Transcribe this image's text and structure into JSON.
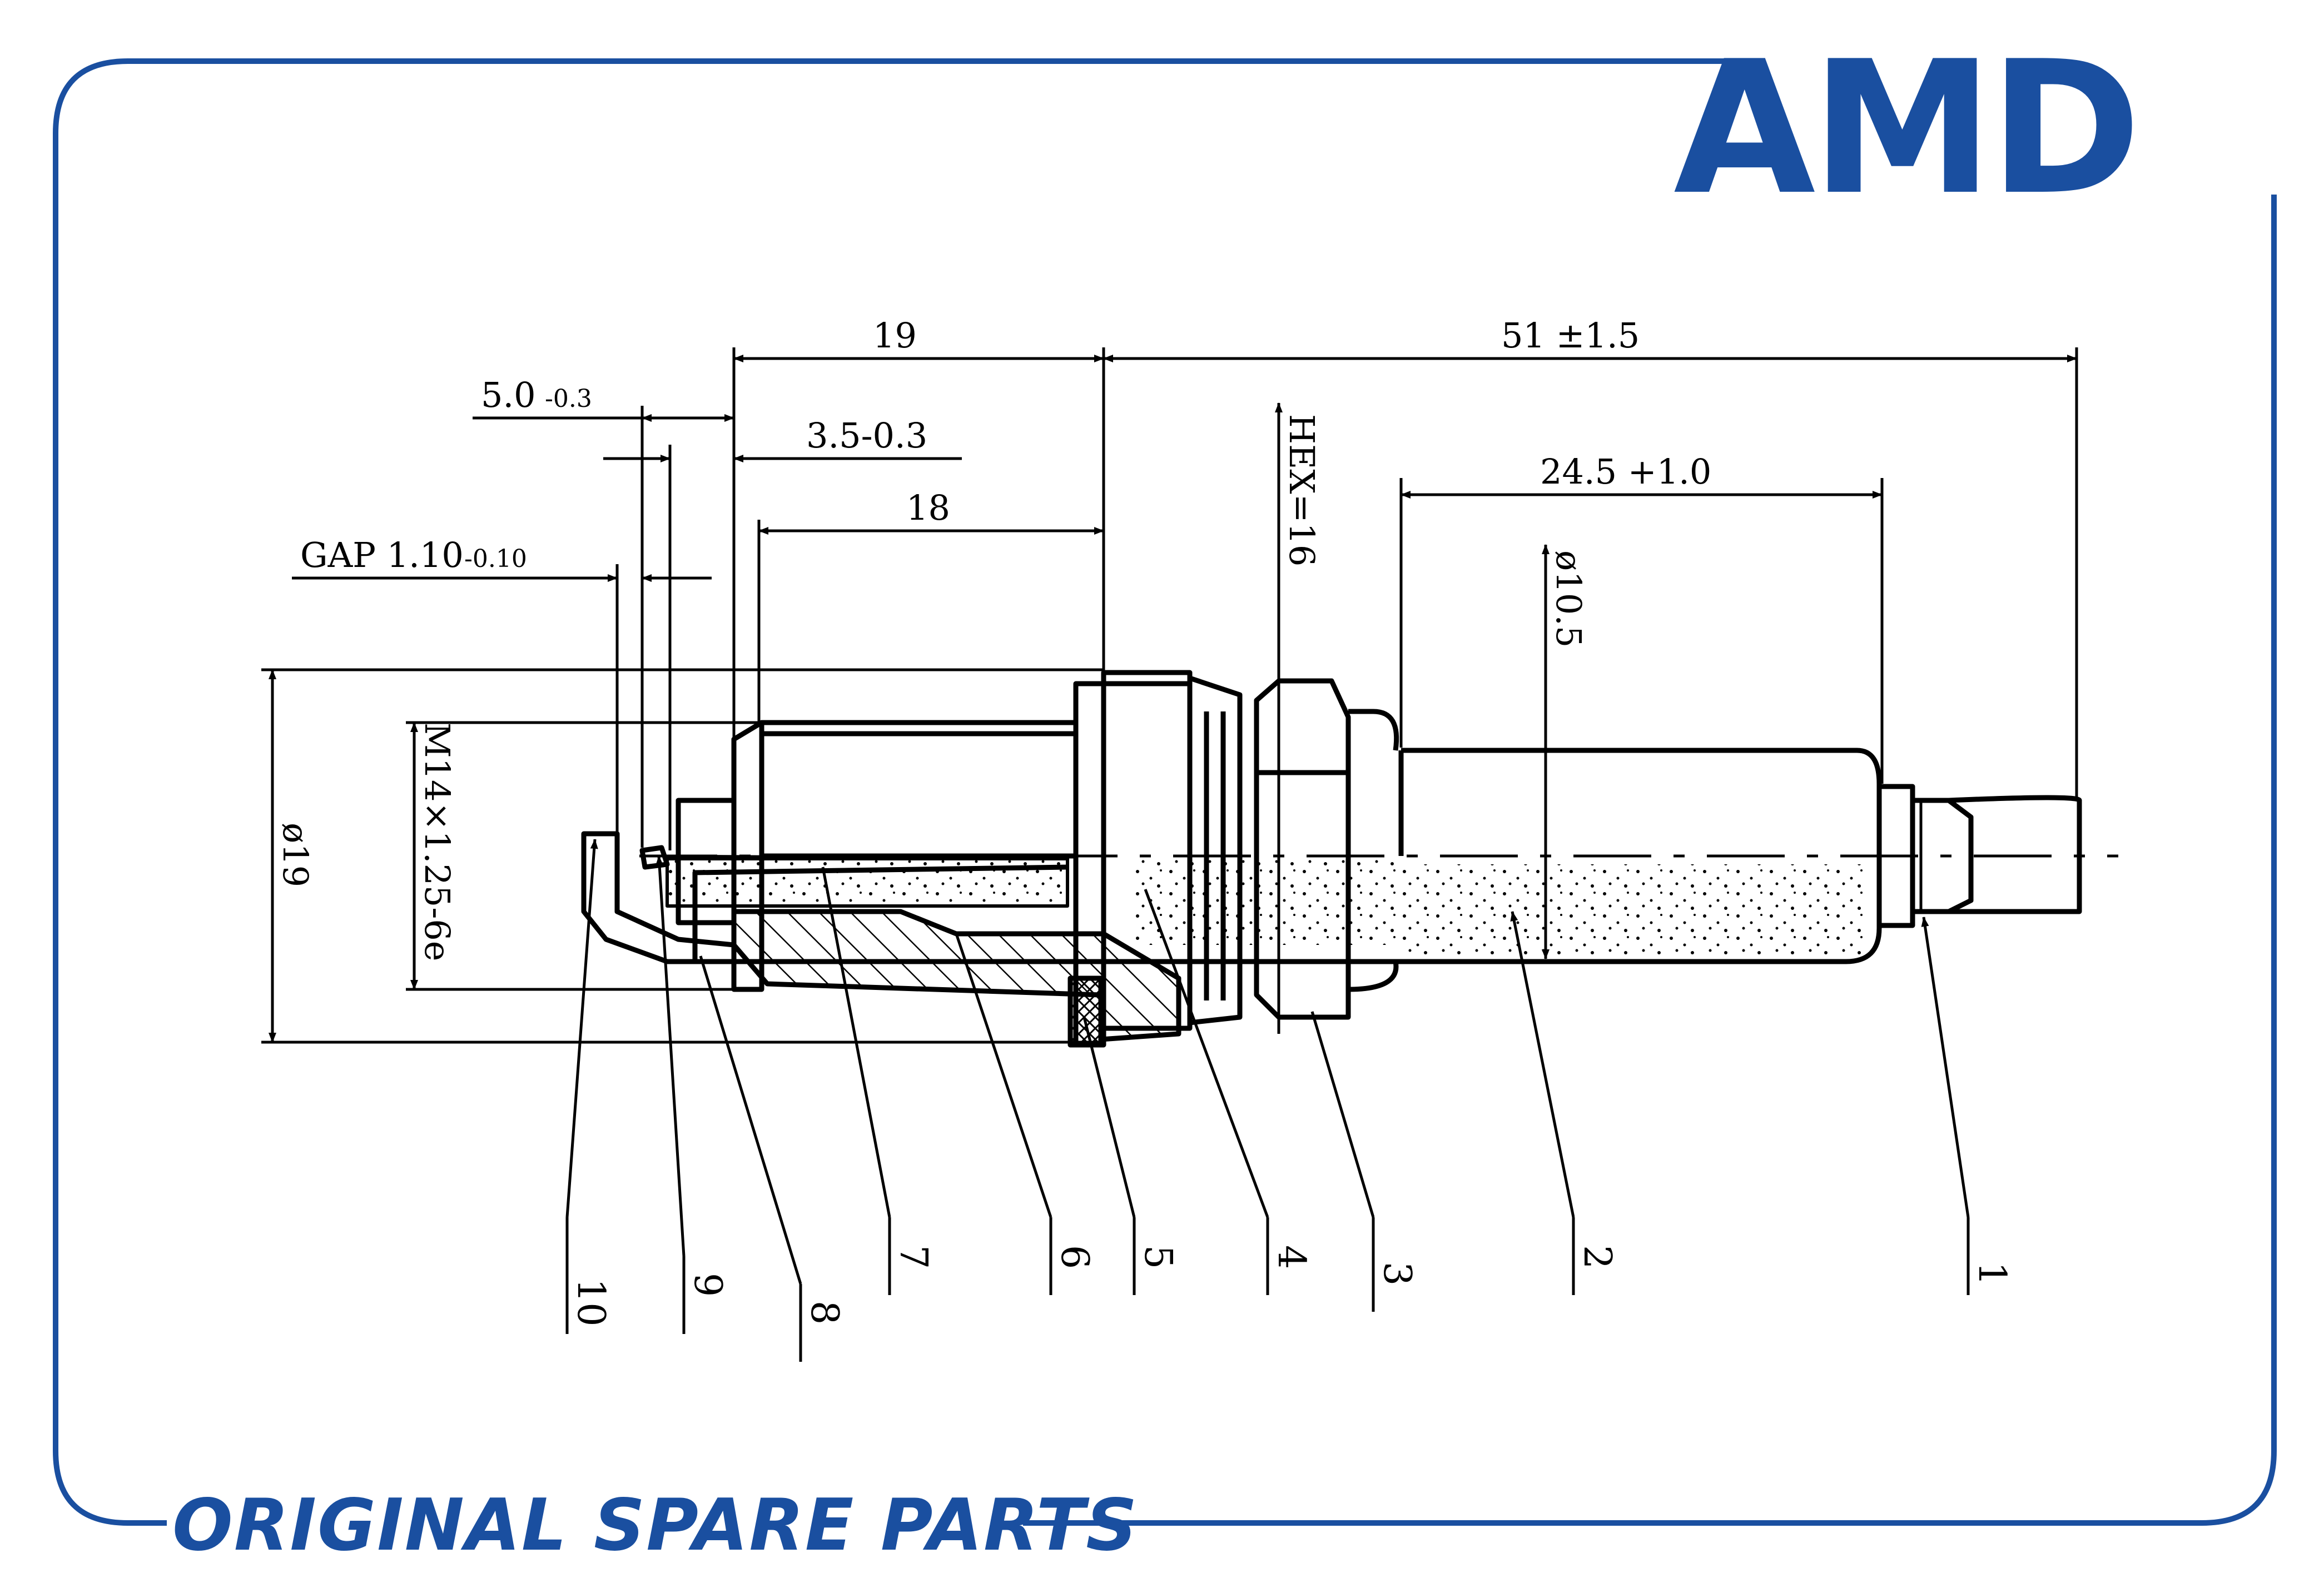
{
  "brand": {
    "logo_text": "AMD",
    "tagline": "ORIGINAL SPARE PARTS",
    "color": "#1a4fa0"
  },
  "dimensions": {
    "d19": "19",
    "d51": "51  ±1.5",
    "d5_main": "5.0",
    "d5_tol": "-0.3",
    "d35": "3.5-0.3",
    "d18": "18",
    "d245": "24.5 +1.0",
    "gap_main": "GAP 1.10",
    "gap_tol": "-0.10",
    "hex": "HEX=16",
    "dia105": "ø10.5",
    "dia19": "ø19",
    "thread": "M14×1.25-6e"
  },
  "callouts": [
    "10",
    "9",
    "8",
    "7",
    "6",
    "5",
    "4",
    "3",
    "2",
    "1"
  ]
}
